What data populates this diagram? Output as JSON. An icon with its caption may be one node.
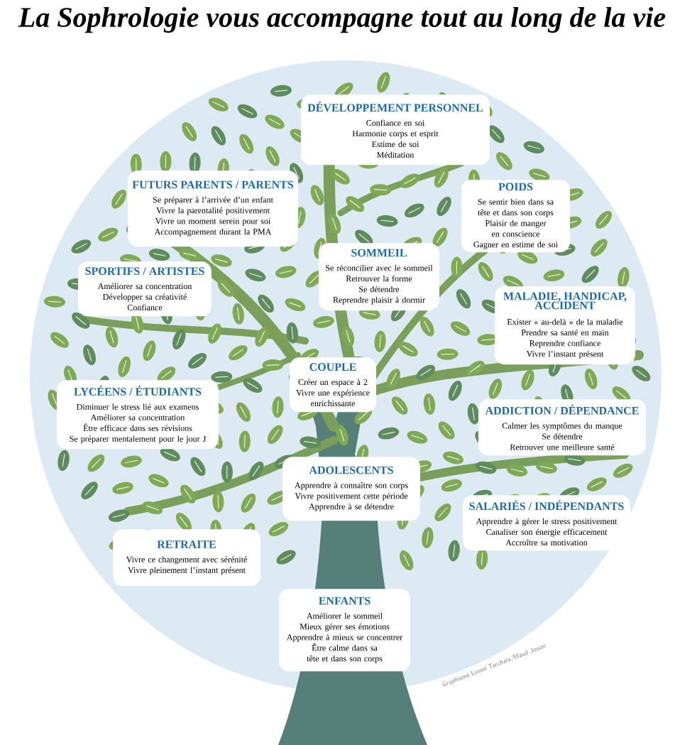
{
  "diagram": {
    "title": "La Sophrologie vous accompagne tout au long de la vie",
    "nodes": [
      {
        "text": [
          "DÉVELOPPEMENT PERSONNEL",
          "Confiance en soi",
          "Harmonie corps et esprit",
          "Estime de soi",
          "Méditation"
        ]
      },
      {
        "text": [
          "FUTURS PARENTS / PARENTS",
          "Se préparer à l’arrivée d’un enfant",
          "Vivre la parentalité positivement",
          "Vivre un moment serein pour soi",
          "Accompagnement durant la PMA"
        ]
      },
      {
        "text": [
          "POIDS",
          "Se sentir bien dans sa tête et dans son corps",
          "Plaisir de manger en conscience",
          "Gagner en estime de soi"
        ]
      },
      {
        "text": [
          "SOMMEIL",
          "Se réconcilier avec le sommeil",
          "Retrouver la forme",
          "Se détendre",
          "Reprendre plaisir à dormir"
        ]
      },
      {
        "text": [
          "SPORTIFS / ARTISTES",
          "Améliorer sa concentration",
          "Développer sa créativité",
          "Confiance"
        ]
      },
      {
        "text": [
          "MALADIE, HANDICAP, ACCIDENT",
          "Exister « au-delà » de la maladie",
          "Prendre sa santé en main",
          "Reprendre confiance",
          "Vivre l’instant présent"
        ]
      },
      {
        "text": [
          "COUPLE",
          "Créer un espace à 2",
          "Vivre une expérience enrichissante"
        ]
      },
      {
        "text": [
          "LYCÉENS / ÉTUDIANTS",
          "Diminuer le stress lié aux examens",
          "Améliorer sa concentration",
          "Être efficace dans ses révisions",
          "Se préparer mentalement pour le jour J"
        ]
      },
      {
        "text": [
          "ADDICTION / DÉPENDANCE",
          "Calmer les symptômes du manque",
          "Se détendre",
          "Retrouver une meilleure santé"
        ]
      },
      {
        "text": [
          "ADOLESCENTS",
          "Apprendre à connaître son corps",
          "Vivre positivement cette période",
          "Apprendre à se détendre"
        ]
      },
      {
        "text": [
          "SALARIÉS / INDÉPENDANTS",
          "Apprendre à gérer le stress positivement",
          "Canaliser son énergie efficacement",
          "Accroître sa motivation"
        ]
      },
      {
        "text": [
          "RETRAITE",
          "Vivre ce changement avec sérénité",
          "Vivre pleinement l’instant présent"
        ]
      },
      {
        "text": [
          "ENFANTS",
          "Améliorer le sommeil",
          "Mieux gérer ses émotions",
          "Apprendre à mieux se concentrer",
          "Être calme dans sa tête et dans son corps"
        ]
      }
    ],
    "labels": [
      "Graphisme Lionel Tarchala/Maud Jouan"
    ]
  }
}
